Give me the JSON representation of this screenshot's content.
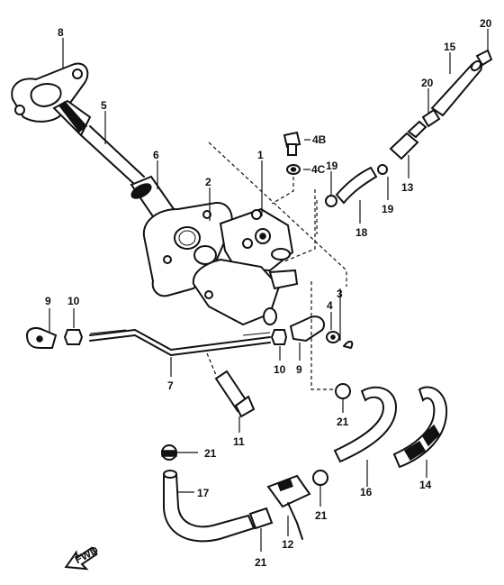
{
  "callouts": {
    "c1": "1",
    "c2": "2",
    "c3": "3",
    "c4": "4",
    "c4b": "4B",
    "c4c": "4C",
    "c5": "5",
    "c6": "6",
    "c7": "7",
    "c8": "8",
    "c9a": "9",
    "c9b": "9",
    "c10a": "10",
    "c10b": "10",
    "c11": "11",
    "c12": "12",
    "c13": "13",
    "c14": "14",
    "c15": "15",
    "c16": "16",
    "c17": "17",
    "c18": "18",
    "c19a": "19",
    "c19b": "19",
    "c20a": "20",
    "c20b": "20",
    "c21a": "21",
    "c21b": "21",
    "c21c": "21",
    "c21d": "21"
  },
  "fwd_label": "FWD",
  "colors": {
    "ink": "#111111",
    "paper": "#ffffff"
  }
}
